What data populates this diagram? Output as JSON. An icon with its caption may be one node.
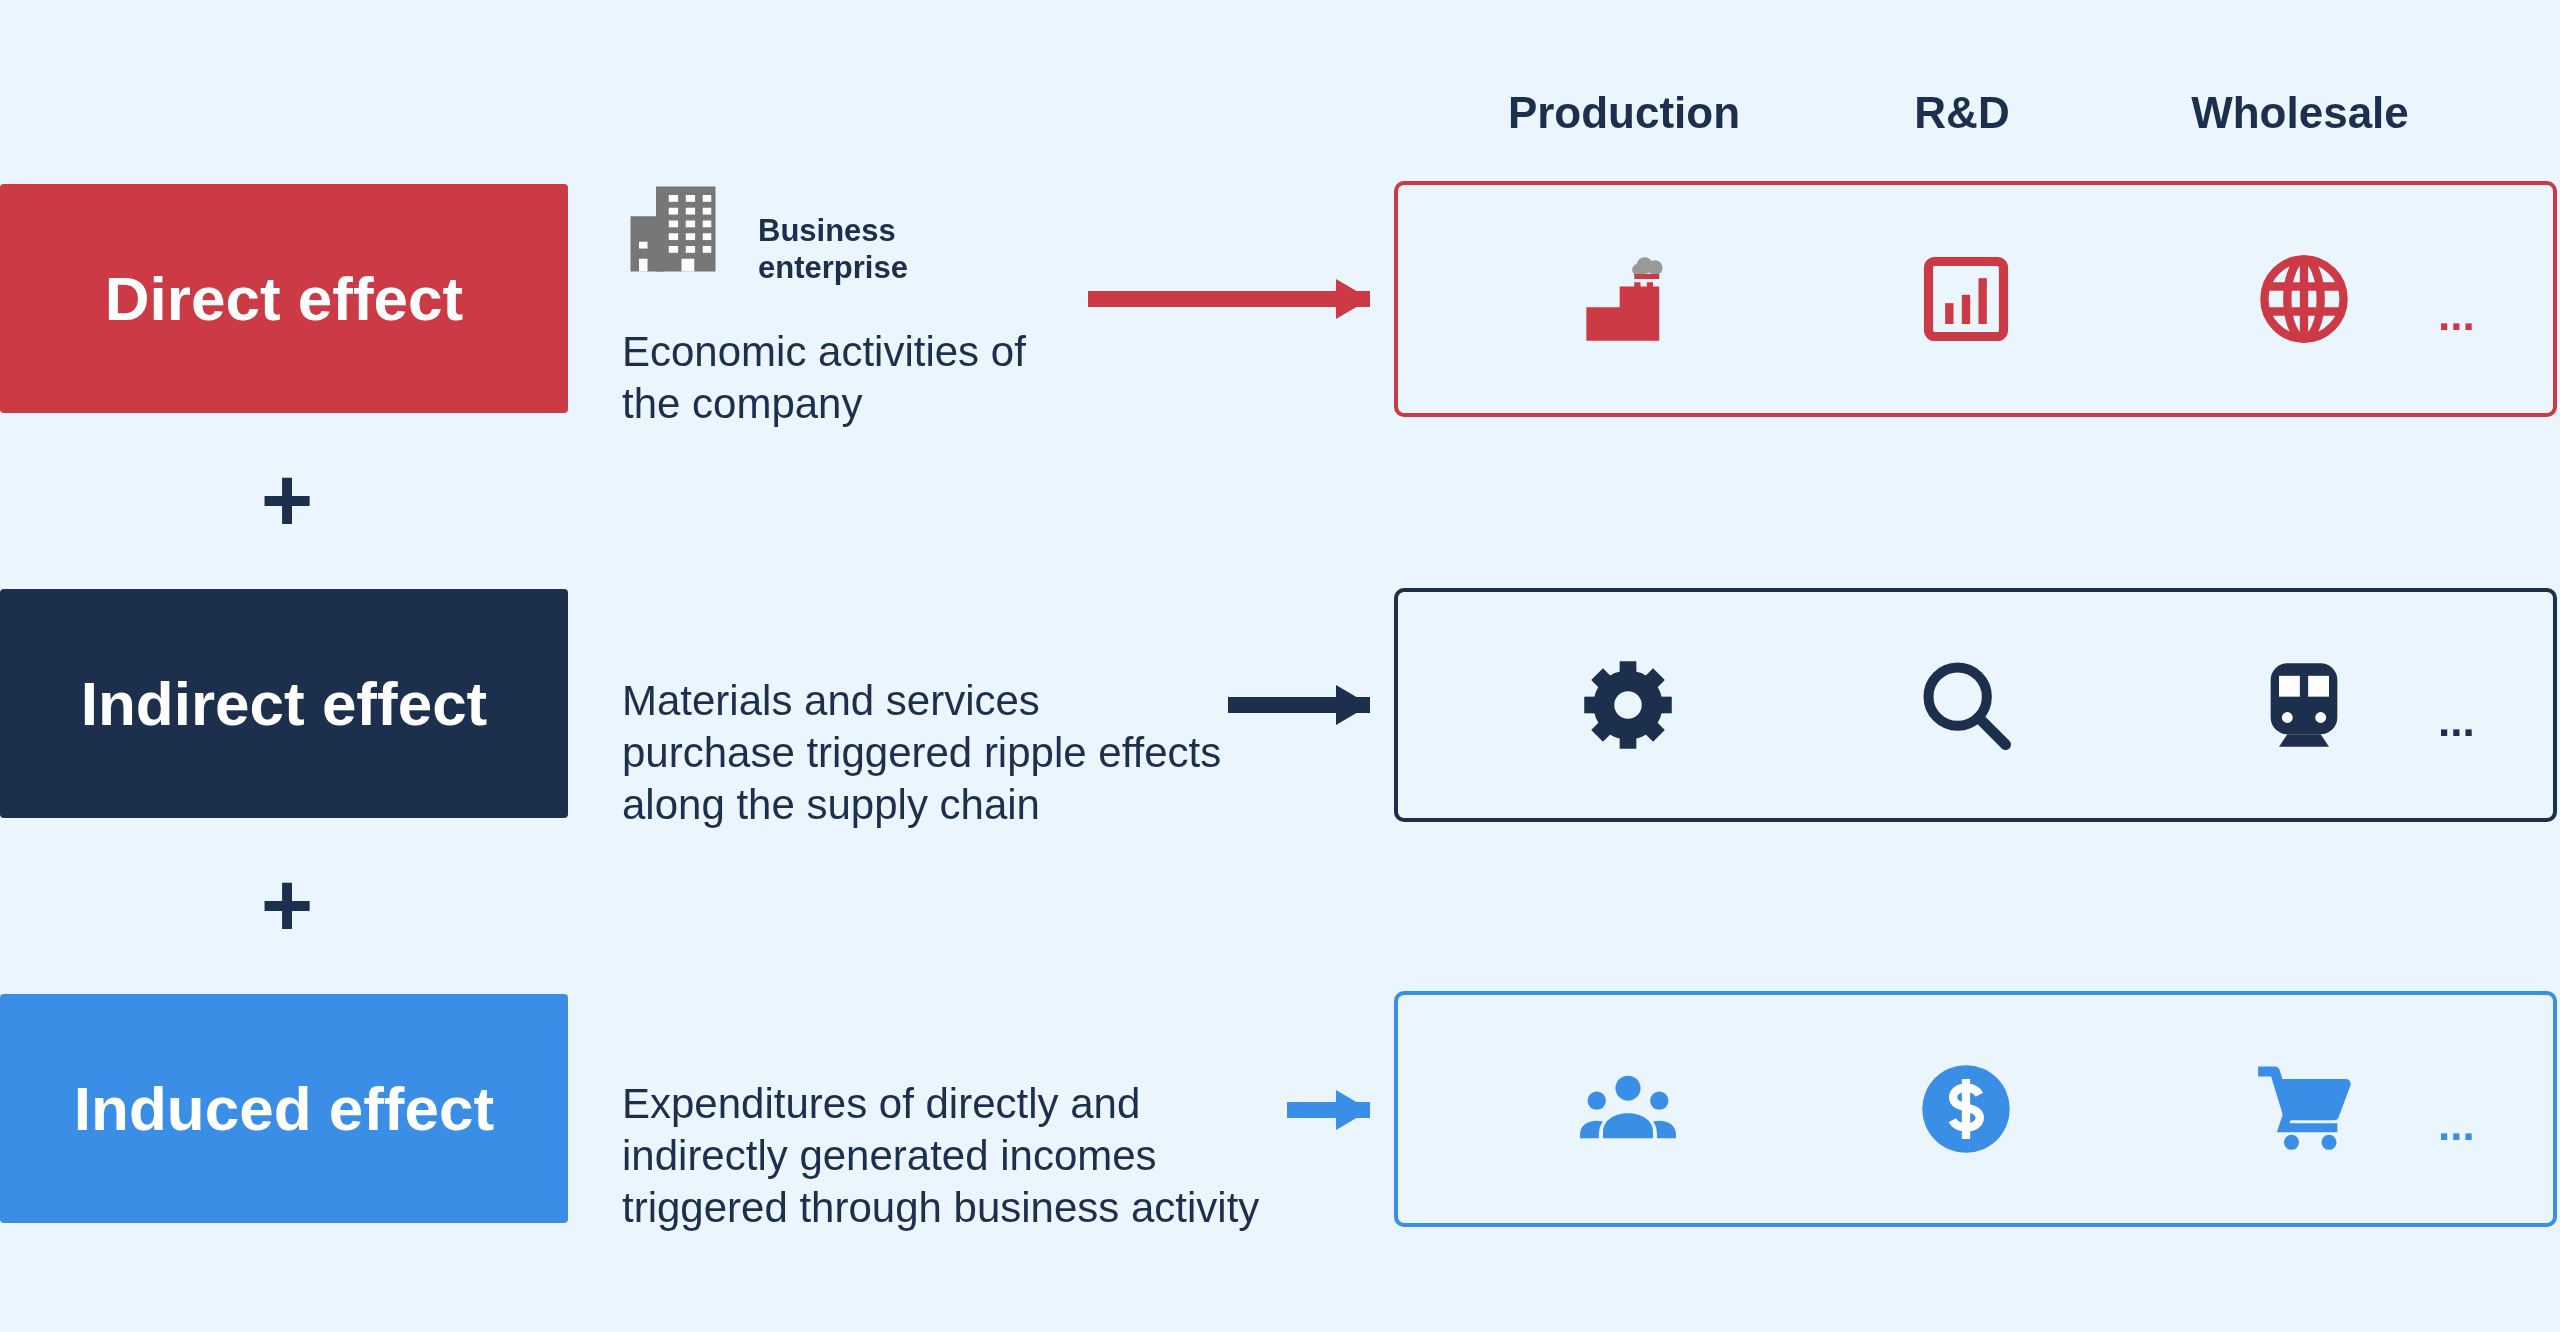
{
  "diagram": {
    "nodes": [
      {
        "text": [
          "Direct effect"
        ]
      },
      {
        "text": [
          "Business enterprise",
          "Economic activities of the company"
        ]
      },
      {
        "text": [
          "..."
        ]
      },
      {
        "text": [
          "Indirect effect"
        ]
      },
      {
        "text": [
          "Materials and services purchase triggered ripple effects along the supply chain"
        ]
      },
      {
        "text": [
          "..."
        ]
      },
      {
        "text": [
          "Induced effect"
        ]
      },
      {
        "text": [
          "Expenditures of directly and indirectly generated incomes triggered through business activity"
        ]
      },
      {
        "text": [
          "..."
        ]
      }
    ],
    "edges": [
      {
        "from": 1,
        "to": 2,
        "arrow": "to",
        "color": "#cc3a45"
      },
      {
        "from": 4,
        "to": 5,
        "arrow": "to",
        "color": "#1c2f4d"
      },
      {
        "from": 7,
        "to": 8,
        "arrow": "to",
        "color": "#3a8ee6"
      }
    ],
    "labels": [
      "Production",
      "R&D",
      "Wholesale",
      "+",
      "+"
    ]
  }
}
